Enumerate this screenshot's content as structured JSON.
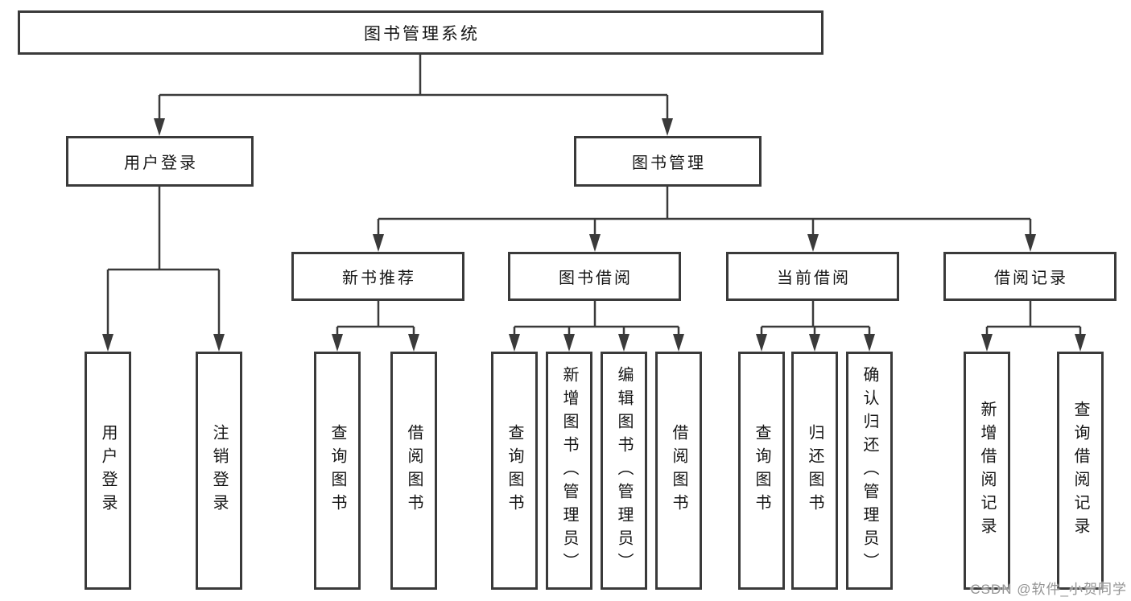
{
  "diagram_title": "图书管理系统",
  "colors": {
    "line": "#3a3a3a",
    "box_border": "#3a3a3a",
    "box_background": "#ffffff",
    "text": "#161616",
    "watermark": "#949494"
  },
  "tree": {
    "root": {
      "label": "图书管理系统",
      "children": [
        {
          "label": "用户登录",
          "children": [
            {
              "label": "用户登录"
            },
            {
              "label": "注销登录"
            }
          ]
        },
        {
          "label": "图书管理",
          "children": [
            {
              "label": "新书推荐",
              "children": [
                {
                  "label": "查询图书"
                },
                {
                  "label": "借阅图书"
                }
              ]
            },
            {
              "label": "图书借阅",
              "children": [
                {
                  "label": "查询图书"
                },
                {
                  "label": "新增图书（管理员）"
                },
                {
                  "label": "编辑图书（管理员）"
                },
                {
                  "label": "借阅图书"
                }
              ]
            },
            {
              "label": "当前借阅",
              "children": [
                {
                  "label": "查询图书"
                },
                {
                  "label": "归还图书"
                },
                {
                  "label": "确认归还（管理员）"
                }
              ]
            },
            {
              "label": "借阅记录",
              "children": [
                {
                  "label": "新增借阅记录"
                },
                {
                  "label": "查询借阅记录"
                }
              ]
            }
          ]
        }
      ]
    }
  },
  "watermark": {
    "text": "CSDN @软件_小贺同学"
  }
}
